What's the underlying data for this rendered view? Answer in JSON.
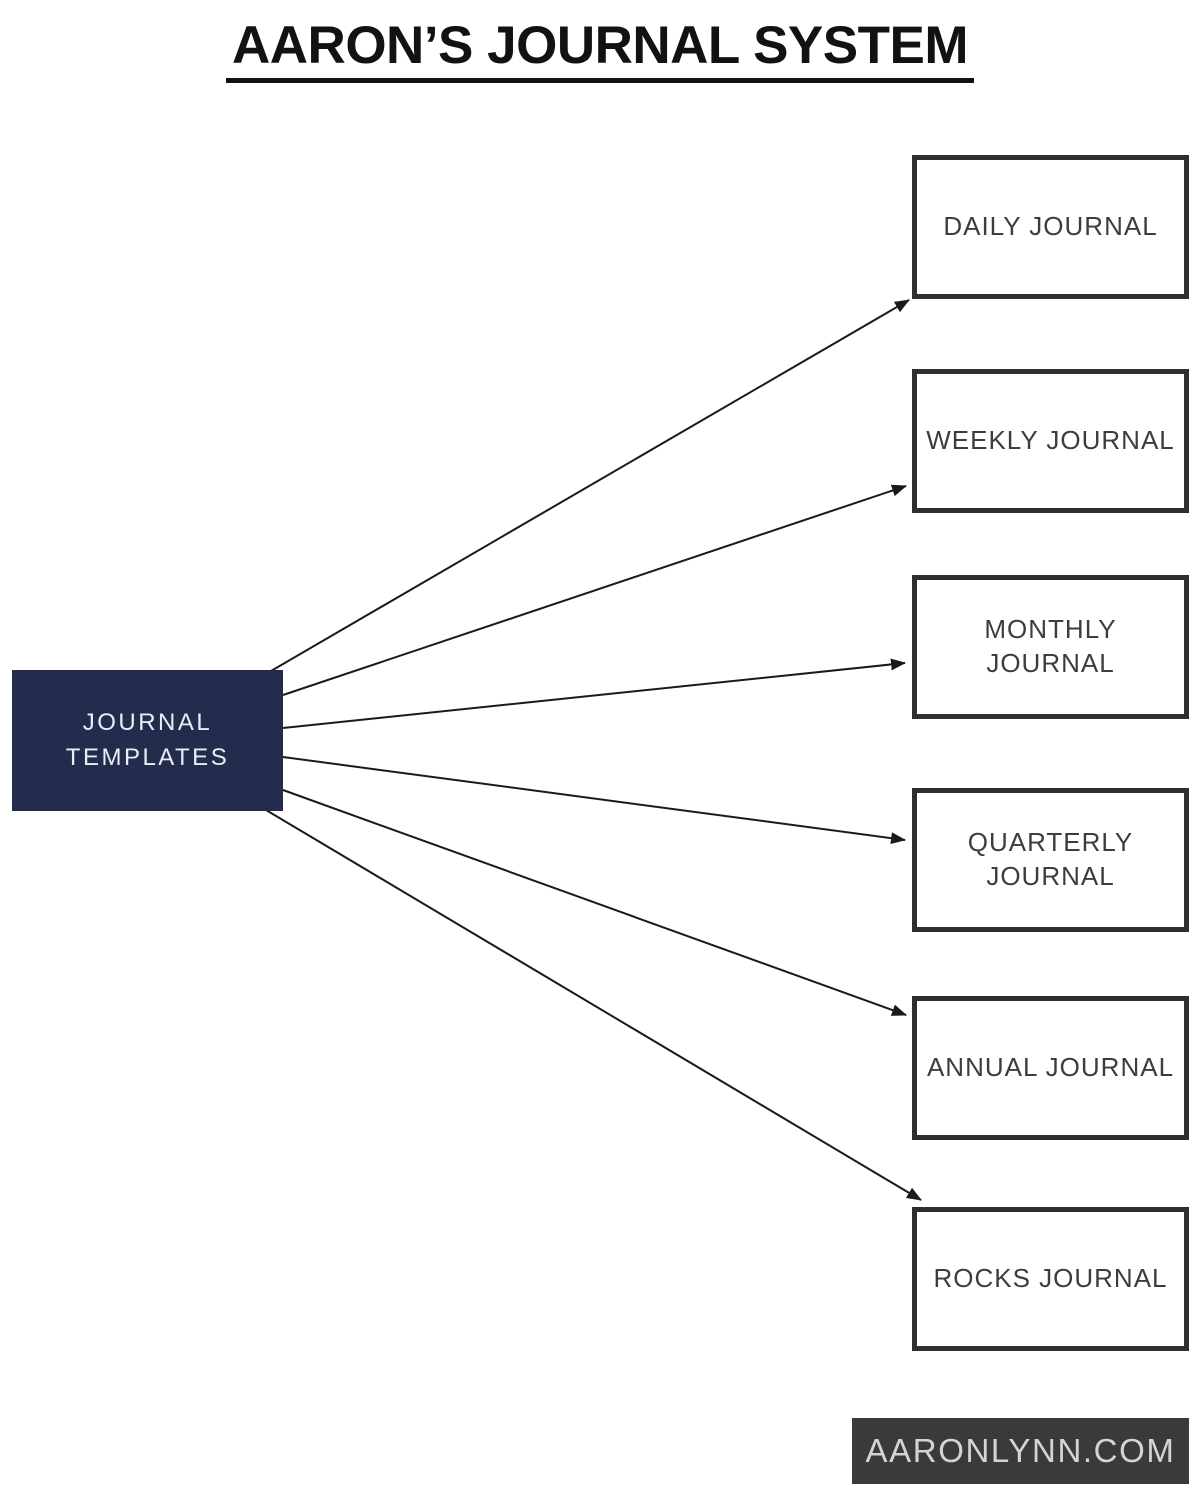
{
  "title": {
    "text": "AARON’S JOURNAL SYSTEM"
  },
  "center_node": {
    "id": "journal-templates",
    "label": "JOURNAL\nTEMPLATES"
  },
  "nodes": [
    {
      "id": "daily-journal",
      "label": "DAILY JOURNAL"
    },
    {
      "id": "weekly-journal",
      "label": "WEEKLY JOURNAL"
    },
    {
      "id": "monthly-journal",
      "label": "MONTHLY\nJOURNAL"
    },
    {
      "id": "quarterly-journal",
      "label": "QUARTERLY\nJOURNAL"
    },
    {
      "id": "annual-journal",
      "label": "ANNUAL JOURNAL"
    },
    {
      "id": "rocks-journal",
      "label": "ROCKS JOURNAL"
    }
  ],
  "edges": [
    {
      "from": "journal-templates",
      "to": "daily-journal"
    },
    {
      "from": "journal-templates",
      "to": "weekly-journal"
    },
    {
      "from": "journal-templates",
      "to": "monthly-journal"
    },
    {
      "from": "journal-templates",
      "to": "quarterly-journal"
    },
    {
      "from": "journal-templates",
      "to": "annual-journal"
    },
    {
      "from": "journal-templates",
      "to": "rocks-journal"
    }
  ],
  "footer": {
    "text": "AARONLYNN.COM"
  },
  "colors": {
    "background": "#FFFFFF",
    "title_text": "#121212",
    "center_node_bg": "#242C4E",
    "center_node_text": "#E9EDF4",
    "box_border": "#2F2F2F",
    "box_label": "#3D3D3D",
    "arrow": "#1A1A1A",
    "footer_bg": "#3A3A3A",
    "footer_text": "#D4D4D4"
  }
}
